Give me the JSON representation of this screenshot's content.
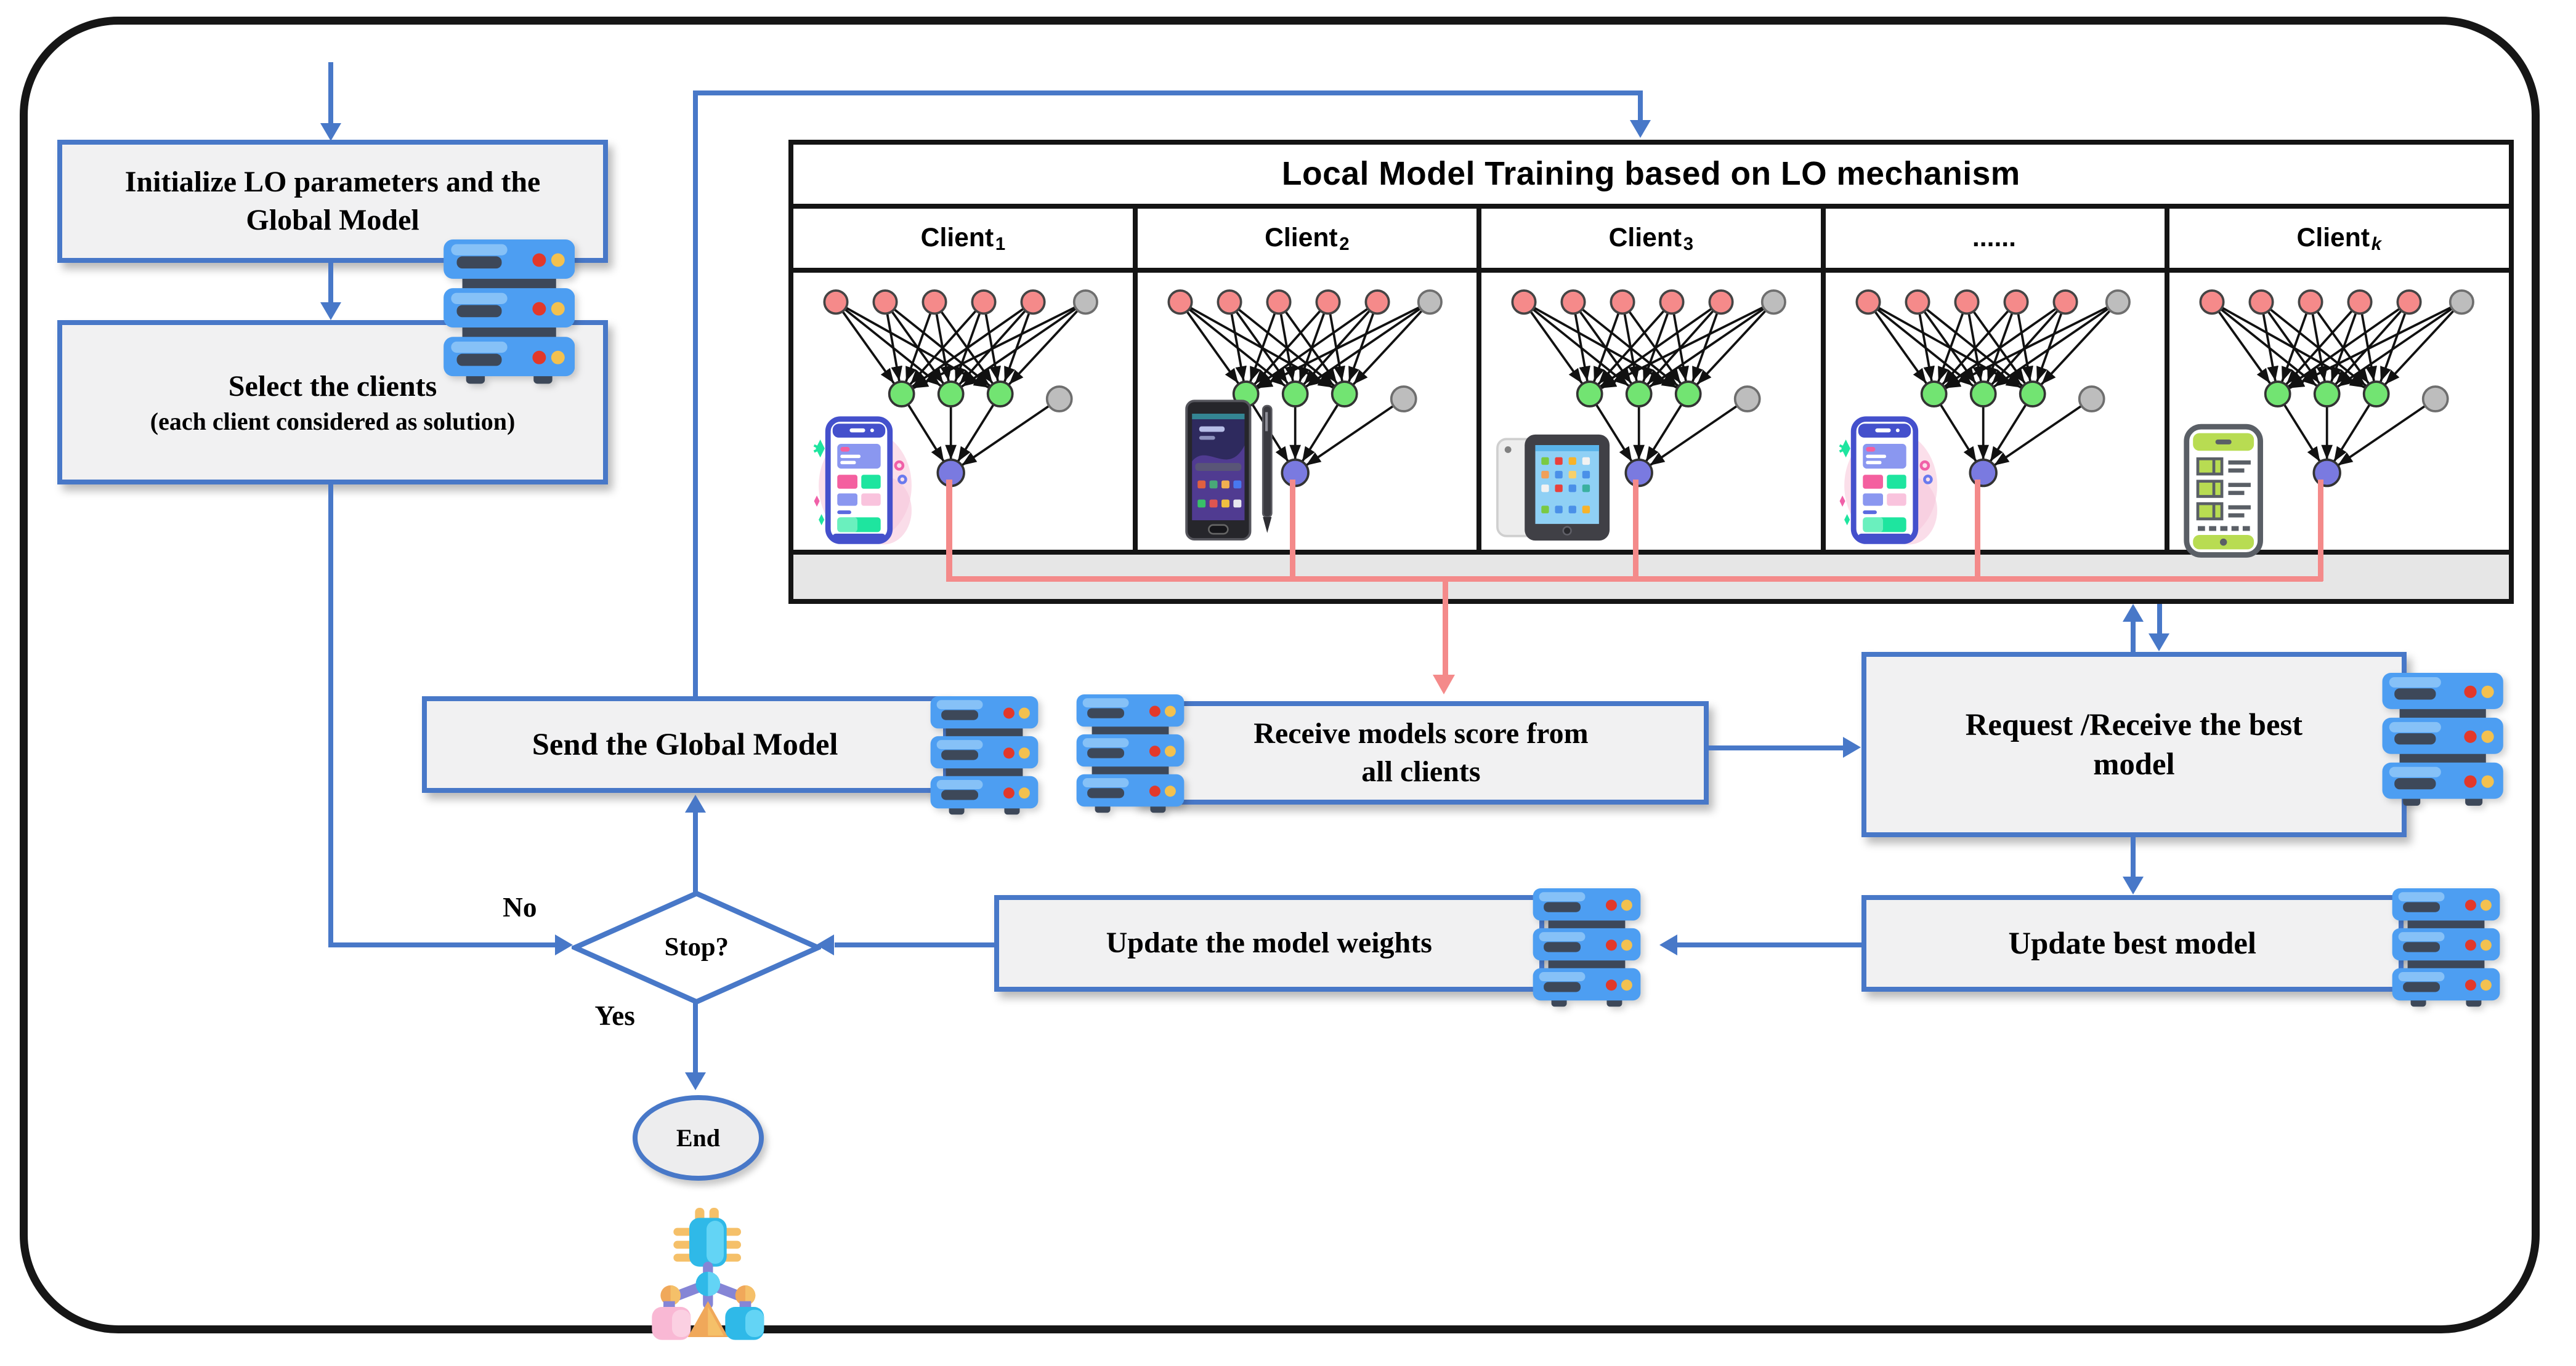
{
  "flow": {
    "initialize": {
      "line1": "Initialize LO parameters and the",
      "line2": "Global Model"
    },
    "select": {
      "line1": "Select the clients",
      "line2": "(each client considered as solution)"
    },
    "send": {
      "label": "Send the Global Model"
    },
    "receive": {
      "line1": "Receive models score from",
      "line2": "all clients"
    },
    "request": {
      "line1": "Request /Receive the best",
      "line2": "model"
    },
    "update_best": {
      "label": "Update best model"
    },
    "update_weights": {
      "label": "Update the model weights"
    },
    "decision": {
      "label": "Stop?"
    },
    "branch_no": "No",
    "branch_yes": "Yes",
    "end": {
      "label": "End"
    }
  },
  "table": {
    "title": "Local Model Training based on LO mechanism",
    "clients": [
      {
        "name": "Client",
        "sub": "1",
        "device": "smartphone-app-illustration"
      },
      {
        "name": "Client",
        "sub": "2",
        "device": "smartphone-photo-with-stylus"
      },
      {
        "name": "Client",
        "sub": "3",
        "device": "tablet"
      },
      {
        "name": "......",
        "sub": "",
        "device": "smartphone-app-illustration"
      },
      {
        "name": "Client",
        "sub": "k",
        "device": "feature-phone-list"
      }
    ]
  },
  "colors": {
    "flow_line": "#4878c8",
    "client_link_line": "#f48a8a",
    "box_fill": "#f1f1f2",
    "table_strip": "#e6e6e6",
    "nn_input_node": "#f58a8a",
    "nn_hidden_node": "#72e472",
    "nn_output_node": "#7a7ae0",
    "nn_extra_node": "#bdbdbd"
  }
}
